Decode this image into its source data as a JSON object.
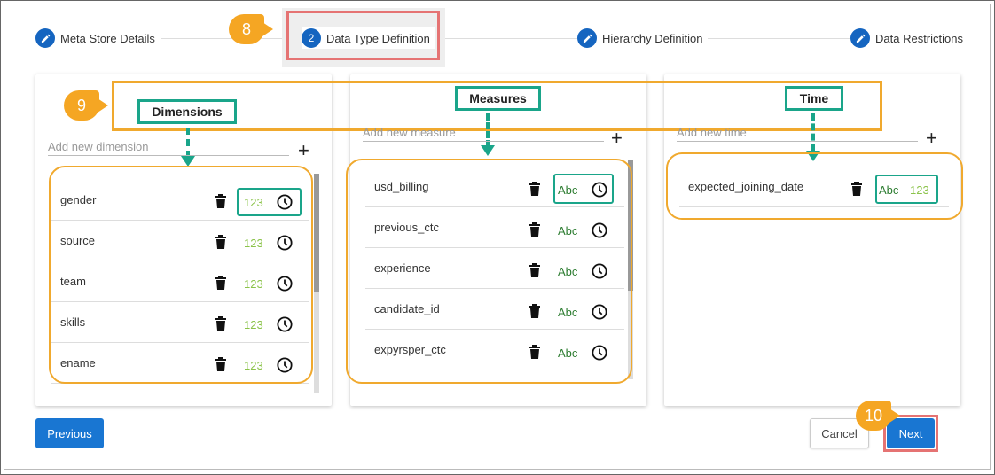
{
  "stepper": {
    "steps": [
      {
        "label": "Meta Store Details",
        "icon": "pencil-icon"
      },
      {
        "label": "Data Type Definition",
        "number": "2"
      },
      {
        "label": "Hierarchy Definition",
        "icon": "pencil-icon"
      },
      {
        "label": "Data Restrictions",
        "icon": "pencil-icon"
      }
    ]
  },
  "markers": {
    "m8": "8",
    "m9": "9",
    "m10": "10"
  },
  "dimensions": {
    "title": "Dimensions",
    "placeholder": "Add new dimension",
    "add_label": "+",
    "rows": [
      {
        "name": "gender",
        "type": "123"
      },
      {
        "name": "source",
        "type": "123"
      },
      {
        "name": "team",
        "type": "123"
      },
      {
        "name": "skills",
        "type": "123"
      },
      {
        "name": "ename",
        "type": "123"
      }
    ]
  },
  "measures": {
    "title": "Measures",
    "placeholder": "Add new measure",
    "add_label": "+",
    "rows": [
      {
        "name": "usd_billing",
        "type": "Abc"
      },
      {
        "name": "previous_ctc",
        "type": "Abc"
      },
      {
        "name": "experience",
        "type": "Abc"
      },
      {
        "name": "candidate_id",
        "type": "Abc"
      },
      {
        "name": "expyrsper_ctc",
        "type": "Abc"
      }
    ]
  },
  "time": {
    "title": "Time",
    "placeholder": "Add new time",
    "add_label": "+",
    "rows": [
      {
        "name": "expected_joining_date",
        "type1": "Abc",
        "type2": "123"
      }
    ]
  },
  "footer": {
    "previous": "Previous",
    "cancel": "Cancel",
    "next": "Next"
  },
  "colors": {
    "accent": "#1976d2",
    "annotation_orange": "#f5a623",
    "annotation_teal": "#1aa58a",
    "highlight_red": "#e57373"
  }
}
